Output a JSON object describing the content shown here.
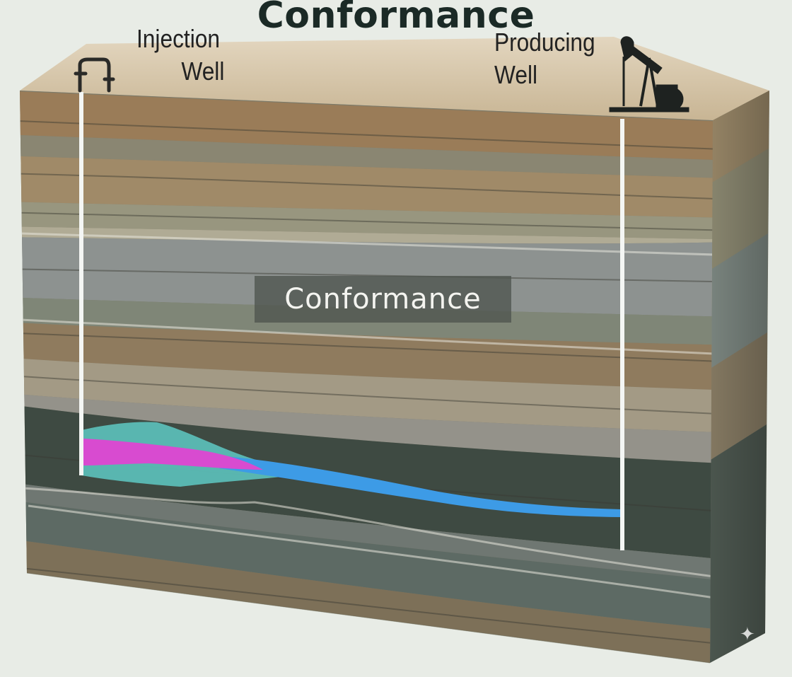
{
  "title": "Conformance",
  "injection_well": {
    "label_line1": "Injection",
    "label_line2": "Well"
  },
  "producing_well": {
    "label_line1": "Producing",
    "label_line2": "Well"
  },
  "center_label": "Conformance",
  "colors": {
    "surface": "#d4c2a4",
    "injected_fluid_magenta": "#d84bd0",
    "flood_front_cyan": "#5cc2bd",
    "flow_channel_blue": "#3d9be6",
    "well_pipe": "#f4f6f4"
  }
}
